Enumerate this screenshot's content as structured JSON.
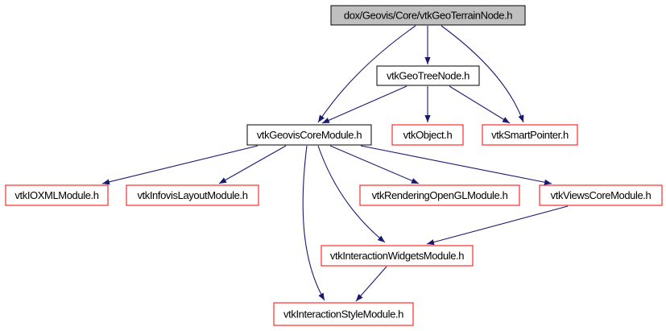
{
  "graph": {
    "colors": {
      "edge": "#191970",
      "root_fill": "#bfbfbf",
      "plain_border": "#000000",
      "external_border": "#ff0000"
    },
    "nodes": {
      "root": "dox/Geovis/Core/vtkGeoTerrainNode.h",
      "tree_node": "vtkGeoTreeNode.h",
      "geovis_core_module": "vtkGeovisCoreModule.h",
      "object": "vtkObject.h",
      "smart_pointer": "vtkSmartPointer.h",
      "ioxml_module": "vtkIOXMLModule.h",
      "infovis_layout_module": "vtkInfovisLayoutModule.h",
      "rendering_opengl_module": "vtkRenderingOpenGLModule.h",
      "views_core_module": "vtkViewsCoreModule.h",
      "interaction_widgets_module": "vtkInteractionWidgetsModule.h",
      "interaction_style_module": "vtkInteractionStyleModule.h"
    }
  }
}
